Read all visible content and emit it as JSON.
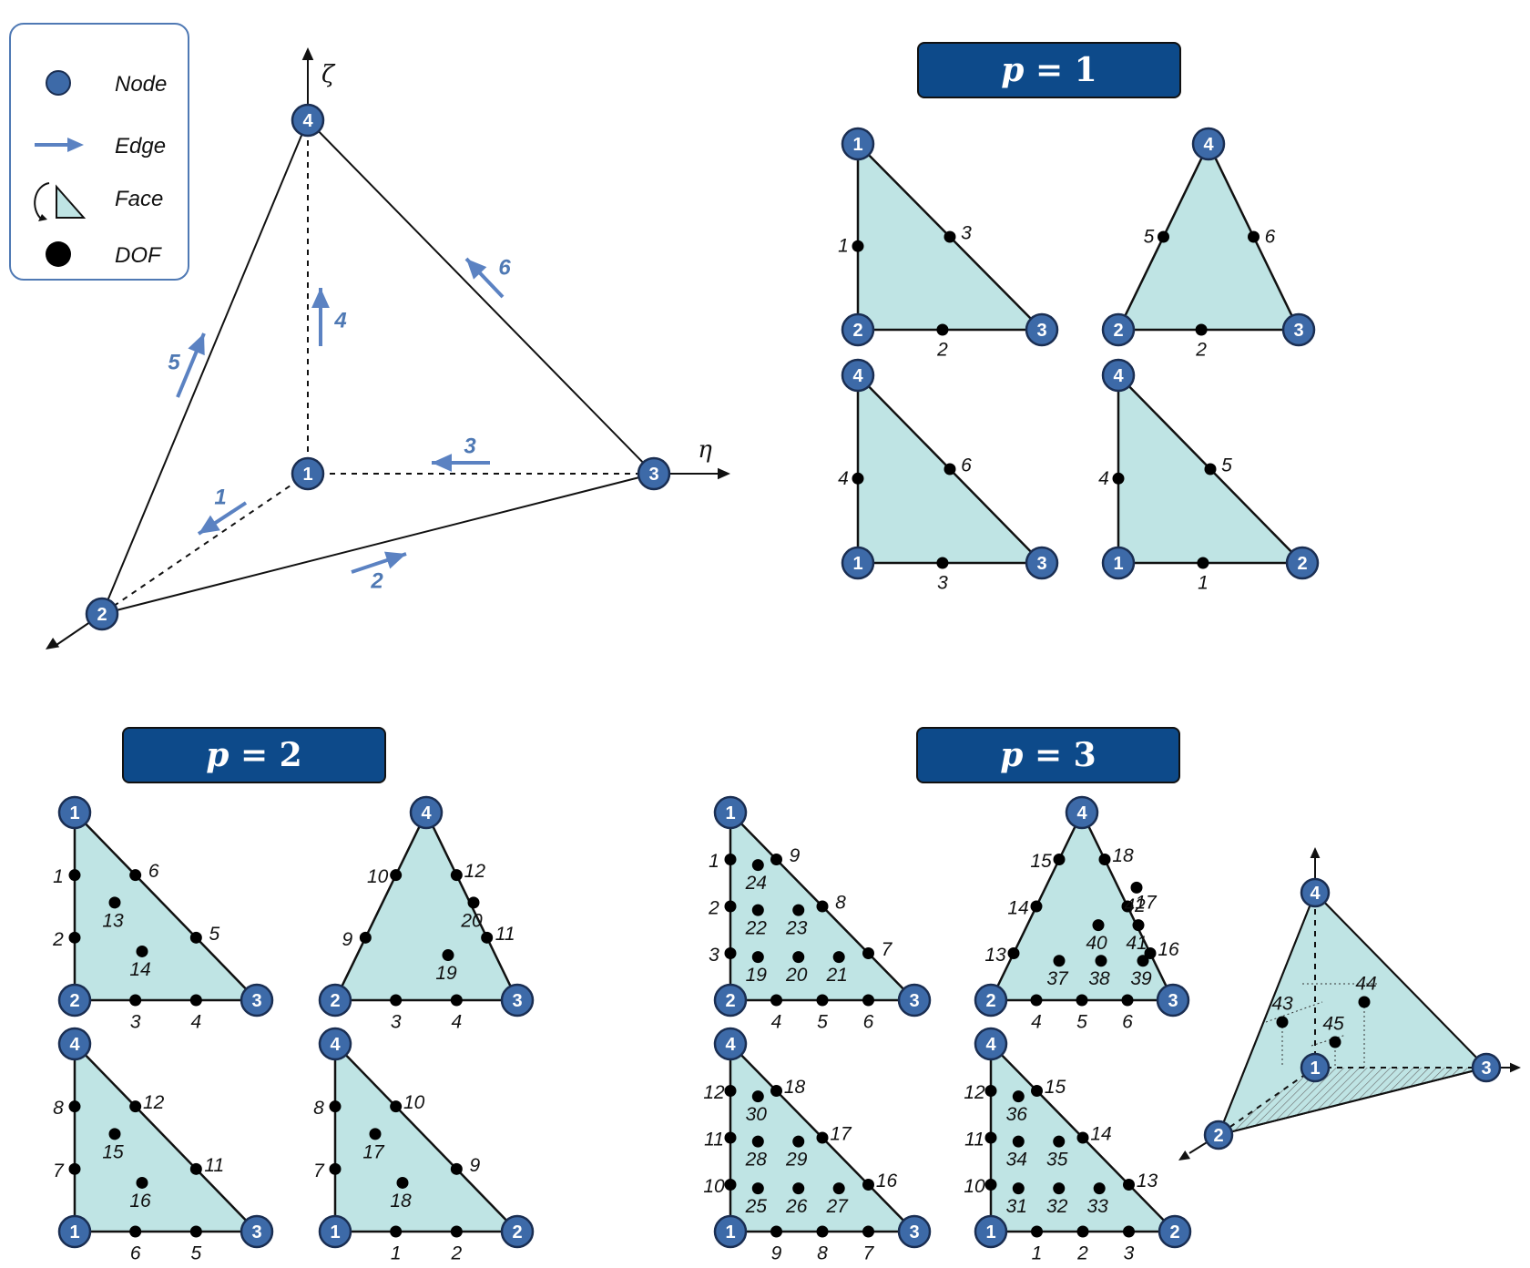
{
  "legend": {
    "node_label": "Node",
    "edge_label": "Edge",
    "face_label": "Face",
    "dof_label": "DOF"
  },
  "colors": {
    "node_fill": "#3d6aa8",
    "edge_arrow": "#5b82c2",
    "face_fill": "#bfe4e4",
    "title_box": "#0d4a8a"
  },
  "tetrahedron": {
    "axes": {
      "zeta": "ζ",
      "eta": "η"
    },
    "nodes": [
      "1",
      "2",
      "3",
      "4"
    ],
    "edges": [
      "1",
      "2",
      "3",
      "4",
      "5",
      "6"
    ]
  },
  "panels": {
    "p1": {
      "title_var": "p",
      "title_eq": "= 1",
      "faces": [
        {
          "nodes": [
            "1",
            "2",
            "3"
          ],
          "edge_dofs": [
            "1",
            "2",
            "3"
          ],
          "face_dofs": []
        },
        {
          "nodes": [
            "4",
            "2",
            "3"
          ],
          "edge_dofs": [
            "5",
            "2",
            "6"
          ],
          "face_dofs": []
        },
        {
          "nodes": [
            "4",
            "1",
            "3"
          ],
          "edge_dofs": [
            "4",
            "3",
            "6"
          ],
          "face_dofs": []
        },
        {
          "nodes": [
            "4",
            "1",
            "2"
          ],
          "edge_dofs": [
            "4",
            "1",
            "5"
          ],
          "face_dofs": []
        }
      ]
    },
    "p2": {
      "title_var": "p",
      "title_eq": "= 2",
      "faces": [
        {
          "nodes": [
            "1",
            "2",
            "3"
          ],
          "left_dofs": [
            "1",
            "2"
          ],
          "bottom_dofs": [
            "3",
            "4"
          ],
          "hyp_dofs": [
            "6",
            "5"
          ],
          "face_dofs": [
            "13",
            "14"
          ]
        },
        {
          "nodes": [
            "4",
            "2",
            "3"
          ],
          "left_dofs": [
            "10",
            "9"
          ],
          "bottom_dofs": [
            "3",
            "4"
          ],
          "hyp_dofs": [
            "12",
            "11"
          ],
          "face_dofs": [
            "20",
            "19"
          ]
        },
        {
          "nodes": [
            "4",
            "1",
            "3"
          ],
          "left_dofs": [
            "8",
            "7"
          ],
          "bottom_dofs": [
            "6",
            "5"
          ],
          "hyp_dofs": [
            "12",
            "11"
          ],
          "face_dofs": [
            "15",
            "16"
          ]
        },
        {
          "nodes": [
            "4",
            "1",
            "2"
          ],
          "left_dofs": [
            "8",
            "7"
          ],
          "bottom_dofs": [
            "1",
            "2"
          ],
          "hyp_dofs": [
            "10",
            "9"
          ],
          "face_dofs": [
            "17",
            "18"
          ]
        }
      ]
    },
    "p3": {
      "title_var": "p",
      "title_eq": "= 3",
      "faces": [
        {
          "nodes": [
            "1",
            "2",
            "3"
          ],
          "left_dofs": [
            "1",
            "2",
            "3"
          ],
          "bottom_dofs": [
            "4",
            "5",
            "6"
          ],
          "hyp_dofs": [
            "9",
            "8",
            "7"
          ],
          "face_dofs": [
            "24",
            "22",
            "23",
            "19",
            "20",
            "21"
          ]
        },
        {
          "nodes": [
            "4",
            "2",
            "3"
          ],
          "left_dofs": [
            "15",
            "14",
            "13"
          ],
          "bottom_dofs": [
            "4",
            "5",
            "6"
          ],
          "hyp_dofs": [
            "18",
            "17",
            "16"
          ],
          "face_dofs": [
            "42",
            "40",
            "41",
            "37",
            "38",
            "39"
          ]
        },
        {
          "nodes": [
            "4",
            "1",
            "3"
          ],
          "left_dofs": [
            "12",
            "11",
            "10"
          ],
          "bottom_dofs": [
            "9",
            "8",
            "7"
          ],
          "hyp_dofs": [
            "18",
            "17",
            "16"
          ],
          "face_dofs": [
            "30",
            "28",
            "29",
            "25",
            "26",
            "27"
          ]
        },
        {
          "nodes": [
            "4",
            "1",
            "2"
          ],
          "left_dofs": [
            "12",
            "11",
            "10"
          ],
          "bottom_dofs": [
            "1",
            "2",
            "3"
          ],
          "hyp_dofs": [
            "15",
            "14",
            "13"
          ],
          "face_dofs": [
            "36",
            "34",
            "35",
            "31",
            "32",
            "33"
          ]
        }
      ],
      "interior": {
        "nodes": [
          "1",
          "2",
          "3",
          "4"
        ],
        "dofs": [
          "43",
          "44",
          "45"
        ]
      }
    }
  }
}
